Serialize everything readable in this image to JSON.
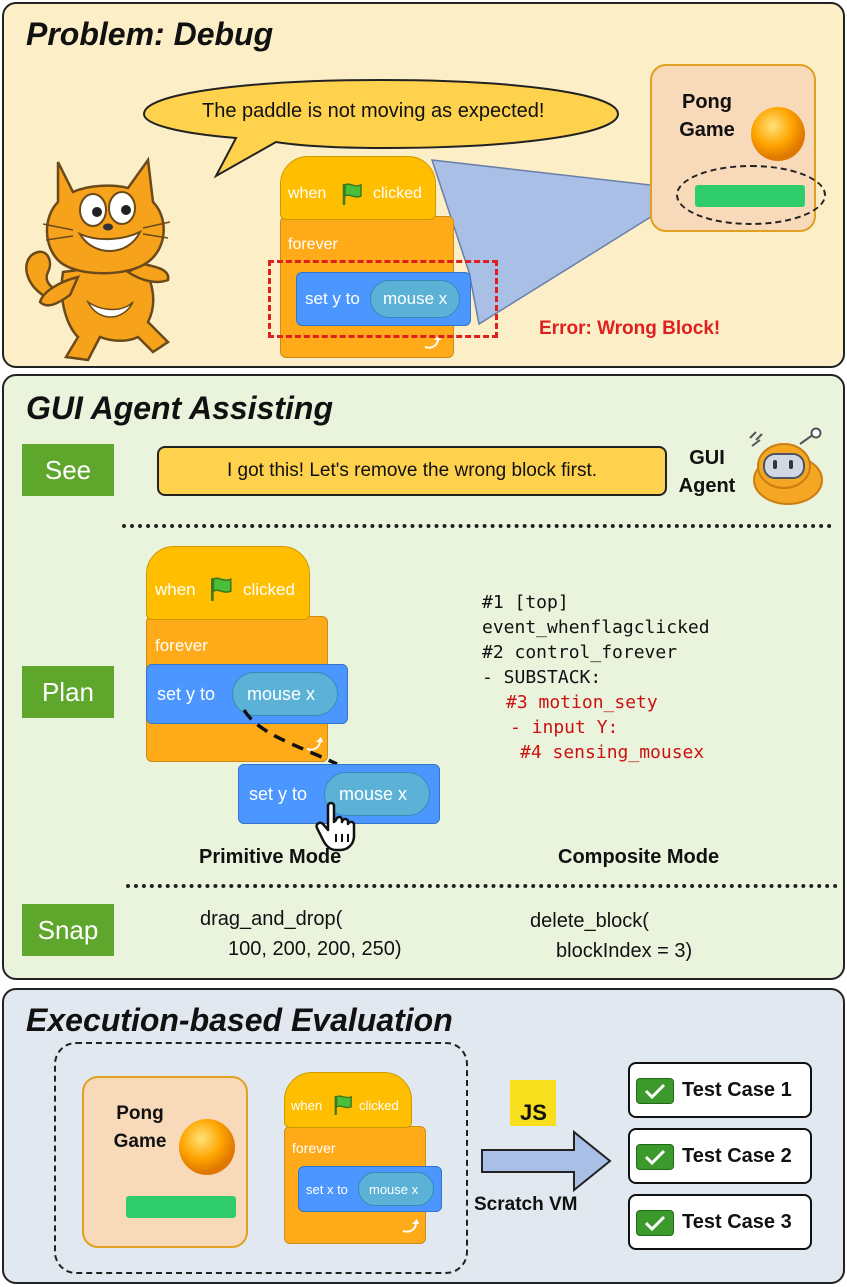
{
  "panels": {
    "problem": {
      "title": "Problem: Debug"
    },
    "agent": {
      "title": "GUI Agent Assisting"
    },
    "evaluation": {
      "title": "Execution-based Evaluation"
    }
  },
  "problem": {
    "speech": "The paddle is not moving as expected!",
    "hat_when": "when",
    "hat_clicked": "clicked",
    "forever": "forever",
    "set_label": "set y to",
    "reporter": "mouse x",
    "game_title": "Pong Game",
    "error": "Error: Wrong Block!"
  },
  "agent": {
    "see_tag": "See",
    "plan_tag": "Plan",
    "snap_tag": "Snap",
    "see_message": "I got this! Let's remove the wrong block first.",
    "agent_label": "GUI Agent",
    "plan": {
      "hat_when": "when",
      "hat_clicked": "clicked",
      "forever": "forever",
      "set_label": "set y to",
      "reporter": "mouse x",
      "drag_set_label": "set y to",
      "drag_reporter": "mouse x"
    },
    "code_lines": [
      {
        "text": "#1 [top]",
        "color": "#111111"
      },
      {
        "text": "event_whenflagclicked",
        "color": "#111111"
      },
      {
        "text": "#2 control_forever",
        "color": "#111111"
      },
      {
        "text": "- SUBSTACK:",
        "color": "#111111"
      },
      {
        "text": "#3 motion_sety",
        "color": "#cc1111"
      },
      {
        "text": "- input Y:",
        "color": "#cc1111"
      },
      {
        "text": "#4 sensing_mousex",
        "color": "#cc1111"
      }
    ],
    "primitive_mode": "Primitive Mode",
    "composite_mode": "Composite Mode",
    "snap_primitive_1": "drag_and_drop(",
    "snap_primitive_2": "100, 200, 200, 250)",
    "snap_composite_1": "delete_block(",
    "snap_composite_2": "blockIndex = 3)"
  },
  "evaluation": {
    "game_title": "Pong Game",
    "hat_when": "when",
    "hat_clicked": "clicked",
    "forever": "forever",
    "set_label": "set x to",
    "reporter": "mouse x",
    "js_logo": "JS",
    "vm_label": "Scratch VM",
    "tests": [
      "Test Case 1",
      "Test Case 2",
      "Test Case 3"
    ]
  },
  "colors": {
    "problem_bg": "#fcefc8",
    "agent_bg": "#eaf3dc",
    "eval_bg": "#e1e8ef",
    "tag_green": "#5fa62c",
    "error_red": "#e02020"
  }
}
